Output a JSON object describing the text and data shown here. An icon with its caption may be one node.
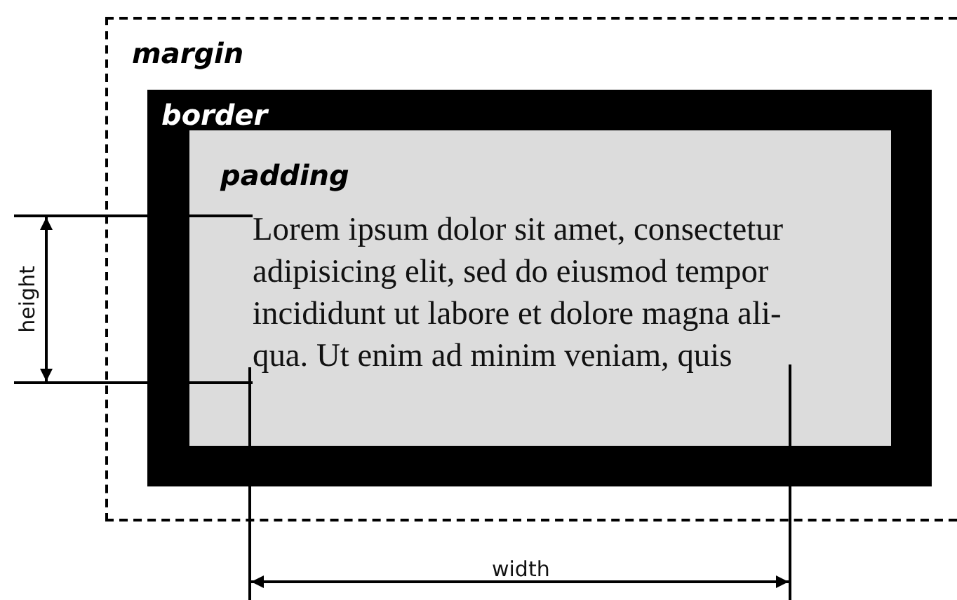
{
  "diagram": {
    "nodes": [
      {
        "text": [
          "margin"
        ]
      },
      {
        "text": [
          "border"
        ],
        "in": 0
      },
      {
        "text": [
          "padding",
          "Lorem ipsum dolor sit amet, consectetur adipisicing elit, sed do eiusmod tempor incididunt ut labore et dolore magna ali-qua. Ut enim ad minim veniam, quis"
        ],
        "in": 1
      }
    ],
    "labels": [
      "height",
      "width"
    ]
  }
}
